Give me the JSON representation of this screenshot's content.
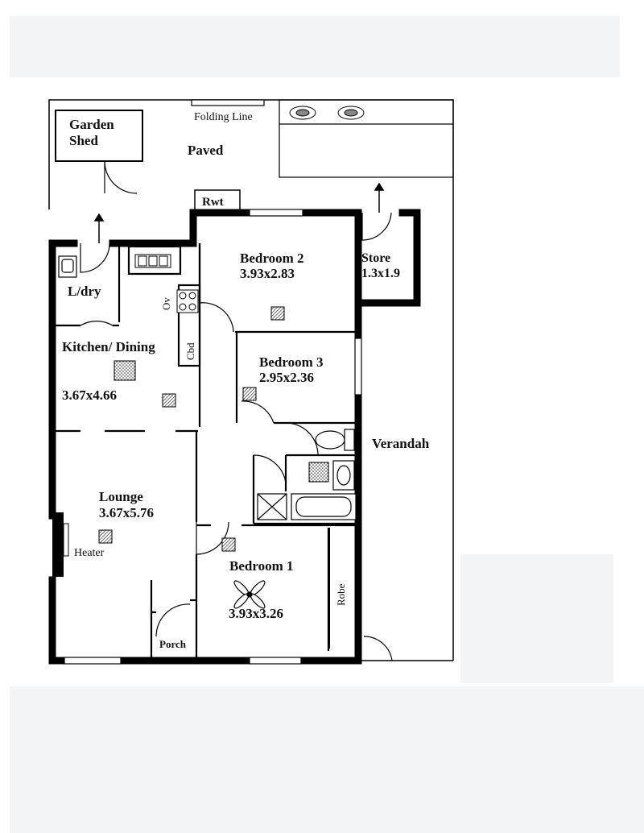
{
  "plan": {
    "labels": {
      "garden_shed_1": "Garden",
      "garden_shed_2": "Shed",
      "folding_line": "Folding Line",
      "paved": "Paved",
      "rwt": "Rwt",
      "bedroom2": "Bedroom 2",
      "bedroom2_size": "3.93x2.83",
      "store": "Store",
      "store_size": "1.3x1.9",
      "ldry": "L/dry",
      "ov": "Ov",
      "cbd": "Cbd",
      "kitchen": "Kitchen/ Dining",
      "kitchen_size": "3.67x4.66",
      "bedroom3": "Bedroom 3",
      "bedroom3_size": "2.95x2.36",
      "verandah": "Verandah",
      "lounge": "Lounge",
      "lounge_size": "3.67x5.76",
      "heater": "Heater",
      "bedroom1": "Bedroom 1",
      "bedroom1_size": "3.93x3.26",
      "robe": "Robe",
      "porch": "Porch"
    }
  },
  "colors": {
    "wall": "#000000",
    "band": "#f3f4f6",
    "background": "#ffffff"
  }
}
